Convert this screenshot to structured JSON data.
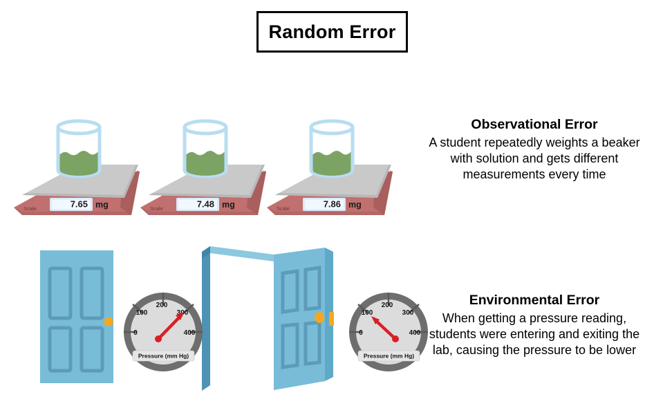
{
  "title": {
    "text": "Random Error"
  },
  "sections": [
    {
      "id": "observational",
      "heading": "Observational Error",
      "body": "A student repeatedly weights a beaker with solution and gets different measurements every time"
    },
    {
      "id": "environmental",
      "heading": "Environmental Error",
      "body": "When getting a pressure reading, students were entering and exiting the lab, causing the pressure to be lower"
    }
  ],
  "scales": [
    {
      "reading": "7.65",
      "unit": "mg",
      "label": "Scale"
    },
    {
      "reading": "7.48",
      "unit": "mg",
      "label": "Scale"
    },
    {
      "reading": "7.86",
      "unit": "mg",
      "label": "Scale"
    }
  ],
  "gauges": [
    {
      "caption": "Pressure (mm Hg)",
      "ticks": [
        "0",
        "100",
        "200",
        "300",
        "400"
      ],
      "needle_value": 280,
      "state": "door-closed"
    },
    {
      "caption": "Pressure (mm Hg)",
      "ticks": [
        "0",
        "100",
        "200",
        "300",
        "400"
      ],
      "needle_value": 110,
      "state": "door-open"
    }
  ],
  "doors": [
    {
      "state": "closed",
      "knob": "door-knob"
    },
    {
      "state": "open",
      "knob": "door-knob",
      "latch": "door-latch"
    }
  ],
  "colors": {
    "scale_body": "#c0706e",
    "scale_body_dark": "#a85f5e",
    "scale_top": "#c9c9c9",
    "scale_top_edge": "#b4b4b4",
    "display": "#eef5fd",
    "beaker_glass": "#b8ddf2",
    "liquid": "#7ca364",
    "door_blue": "#78bcd8",
    "door_panel": "#5d9cb8",
    "door_frame_dark": "#4e93b5",
    "knob_orange": "#f4a81d",
    "gauge_bezel": "#6e6e6e",
    "gauge_face": "#dcdcdc",
    "needle_red": "#d91f26",
    "outline": "#000000"
  }
}
